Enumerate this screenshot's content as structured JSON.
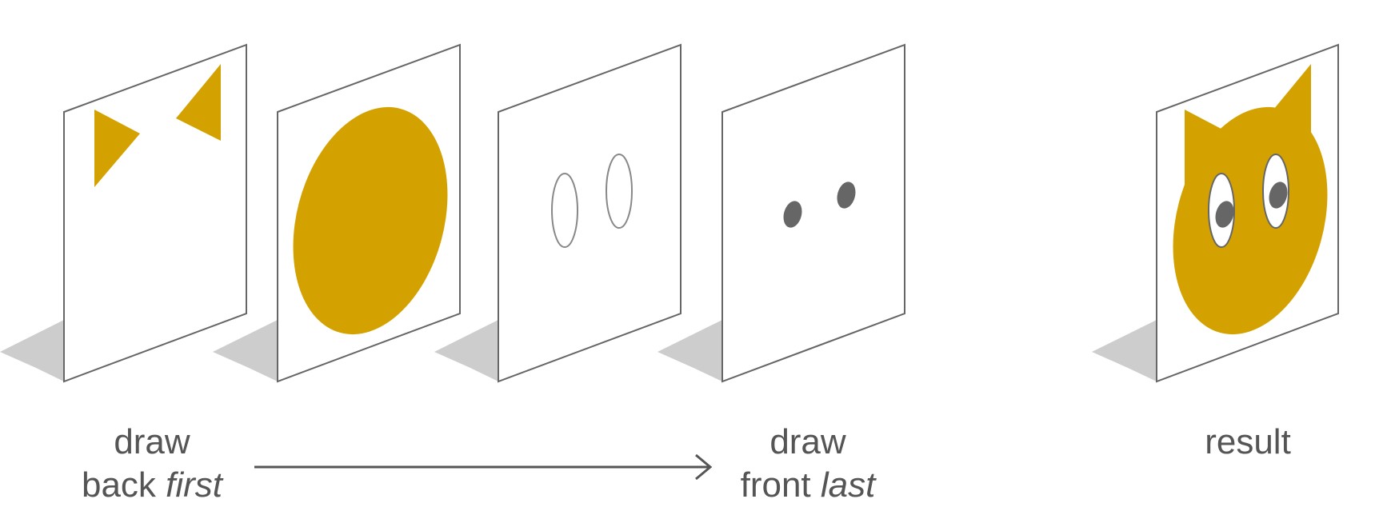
{
  "labels": {
    "start_line1": "draw",
    "start_line2_plain": "back ",
    "start_line2_emph": "first",
    "end_line1": "draw",
    "end_line2_plain": "front ",
    "end_line2_emph": "last",
    "result": "result"
  },
  "colors": {
    "fill": "#D4A200",
    "pupil": "#666666",
    "frame": "#666666",
    "shadow": "#CDCDCD",
    "text": "#555555",
    "arrow": "#555555"
  },
  "layers": [
    {
      "name": "ears-layer",
      "content": "two-triangles"
    },
    {
      "name": "head-layer",
      "content": "ellipse"
    },
    {
      "name": "eye-whites-layer",
      "content": "two-outlined-ellipses"
    },
    {
      "name": "pupils-layer",
      "content": "two-dark-ellipses"
    },
    {
      "name": "result-layer",
      "content": "composited-cat"
    }
  ]
}
